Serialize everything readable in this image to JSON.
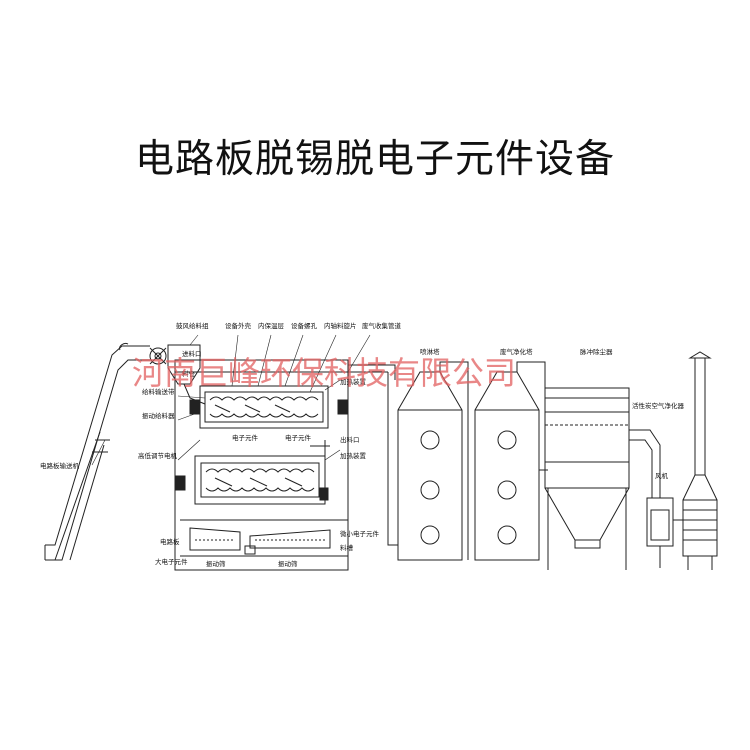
{
  "title": "电路板脱锡脱电子元件设备",
  "watermark": "河南巨峰环保科技有限公司",
  "labels": {
    "blower_feed": "鼓风给料组",
    "equipment_shell": "设备外壳",
    "inner_temp": "内保温层",
    "equipment_screw": "设备螺孔",
    "inner_shaft": "内轴料旋片",
    "exhaust_pipe": "废气收集管道",
    "feed_port": "进料口",
    "hopper": "料仓",
    "feed_conveyor": "给料输送带",
    "vibrating_feeder": "振动给料器",
    "speed_motor": "高低调节电机",
    "heating_gear": "加热装置",
    "outlet": "出料口",
    "heating_device": "加热装置",
    "conveyor_main": "电路板输送机",
    "pcb_out": "电路板",
    "big_component": "大电子元件",
    "small_component": "微小电子元件",
    "vibrate_screen_1": "振动筛",
    "vibrate_screen_2": "振动筛",
    "chute": "料槽",
    "spray_tower": "喷淋塔",
    "gas_purify_tower": "废气净化塔",
    "pulse_collector": "脉冲除尘器",
    "fan": "风机",
    "activated_carbon": "活性炭空气净化器",
    "electronic_parts_a": "电子元件",
    "electronic_parts_b": "电子元件"
  },
  "colors": {
    "line": "#222222",
    "watermark": "#e26060"
  }
}
